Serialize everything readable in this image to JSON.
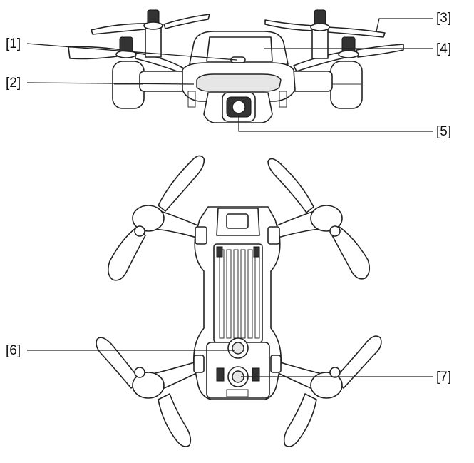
{
  "labels": {
    "l1": "[1]",
    "l2": "[2]",
    "l3": "[3]",
    "l4": "[4]",
    "l5": "[5]",
    "l6": "[6]",
    "l7": "[7]"
  },
  "icons": [
    "drone-front-view",
    "drone-bottom-view"
  ]
}
